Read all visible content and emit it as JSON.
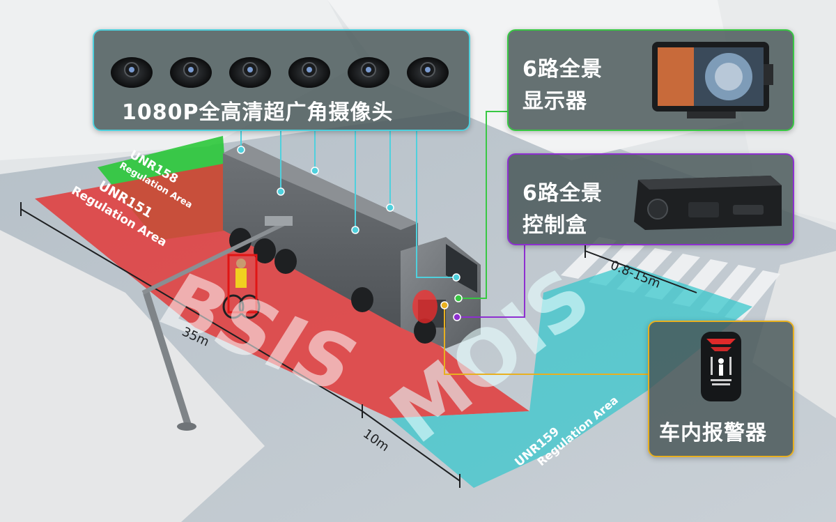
{
  "cameras": {
    "label": "1080P全高清超广角摄像头",
    "count": 6,
    "border_color": "#4fd0dd"
  },
  "display": {
    "label_line1": "6路全景",
    "label_line2": "显示器",
    "border_color": "#38c843"
  },
  "controller": {
    "label_line1": "6路全景",
    "label_line2": "控制盒",
    "border_color": "#8e2fd0"
  },
  "alarm": {
    "label": "车内报警器",
    "border_color": "#e8b020"
  },
  "zones": {
    "unr158": {
      "name": "UNR158",
      "sub": "Regulation Area",
      "color": "#2bc83a"
    },
    "unr151": {
      "name": "UNR151",
      "sub": "Regulation Area",
      "color": "#e23a3a"
    },
    "unr159": {
      "name": "UNR159",
      "sub": "Regulation Area",
      "color": "#35c6cc"
    },
    "bsis_text": "BSIS",
    "mois_text": "MOIS"
  },
  "measurements": {
    "side_length": "35m",
    "front_length": "10m",
    "front_offset": "0.8-15m"
  }
}
